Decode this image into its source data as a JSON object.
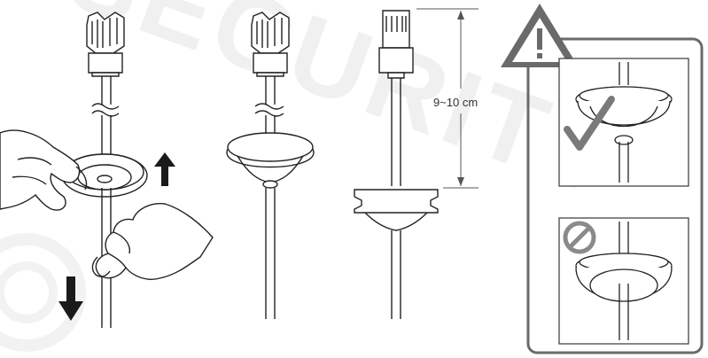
{
  "watermark": {
    "text": "SECURITY",
    "color": "#eeeeee"
  },
  "colors": {
    "line": "#222222",
    "fill": "#ffffff",
    "arrow": "#1a1a1a",
    "warning_frame": "#6a6a6a",
    "ok_check": "#7a7a7a",
    "prohibited": "#8a8a8a"
  },
  "steps": [
    {
      "name": "step-1-slide-grommet",
      "icons": [
        "hand-icon",
        "up-arrow-icon",
        "down-arrow-icon"
      ]
    },
    {
      "name": "step-2-grommet-on-cable",
      "icons": []
    },
    {
      "name": "step-3-measure-distance",
      "icons": [
        "dimension-icon"
      ]
    }
  ],
  "dimension": {
    "label": "9~10 cm"
  },
  "warning_panel": {
    "icon": "warning-icon",
    "correct_icon": "checkmark-icon",
    "incorrect_icon": "prohibited-icon"
  }
}
